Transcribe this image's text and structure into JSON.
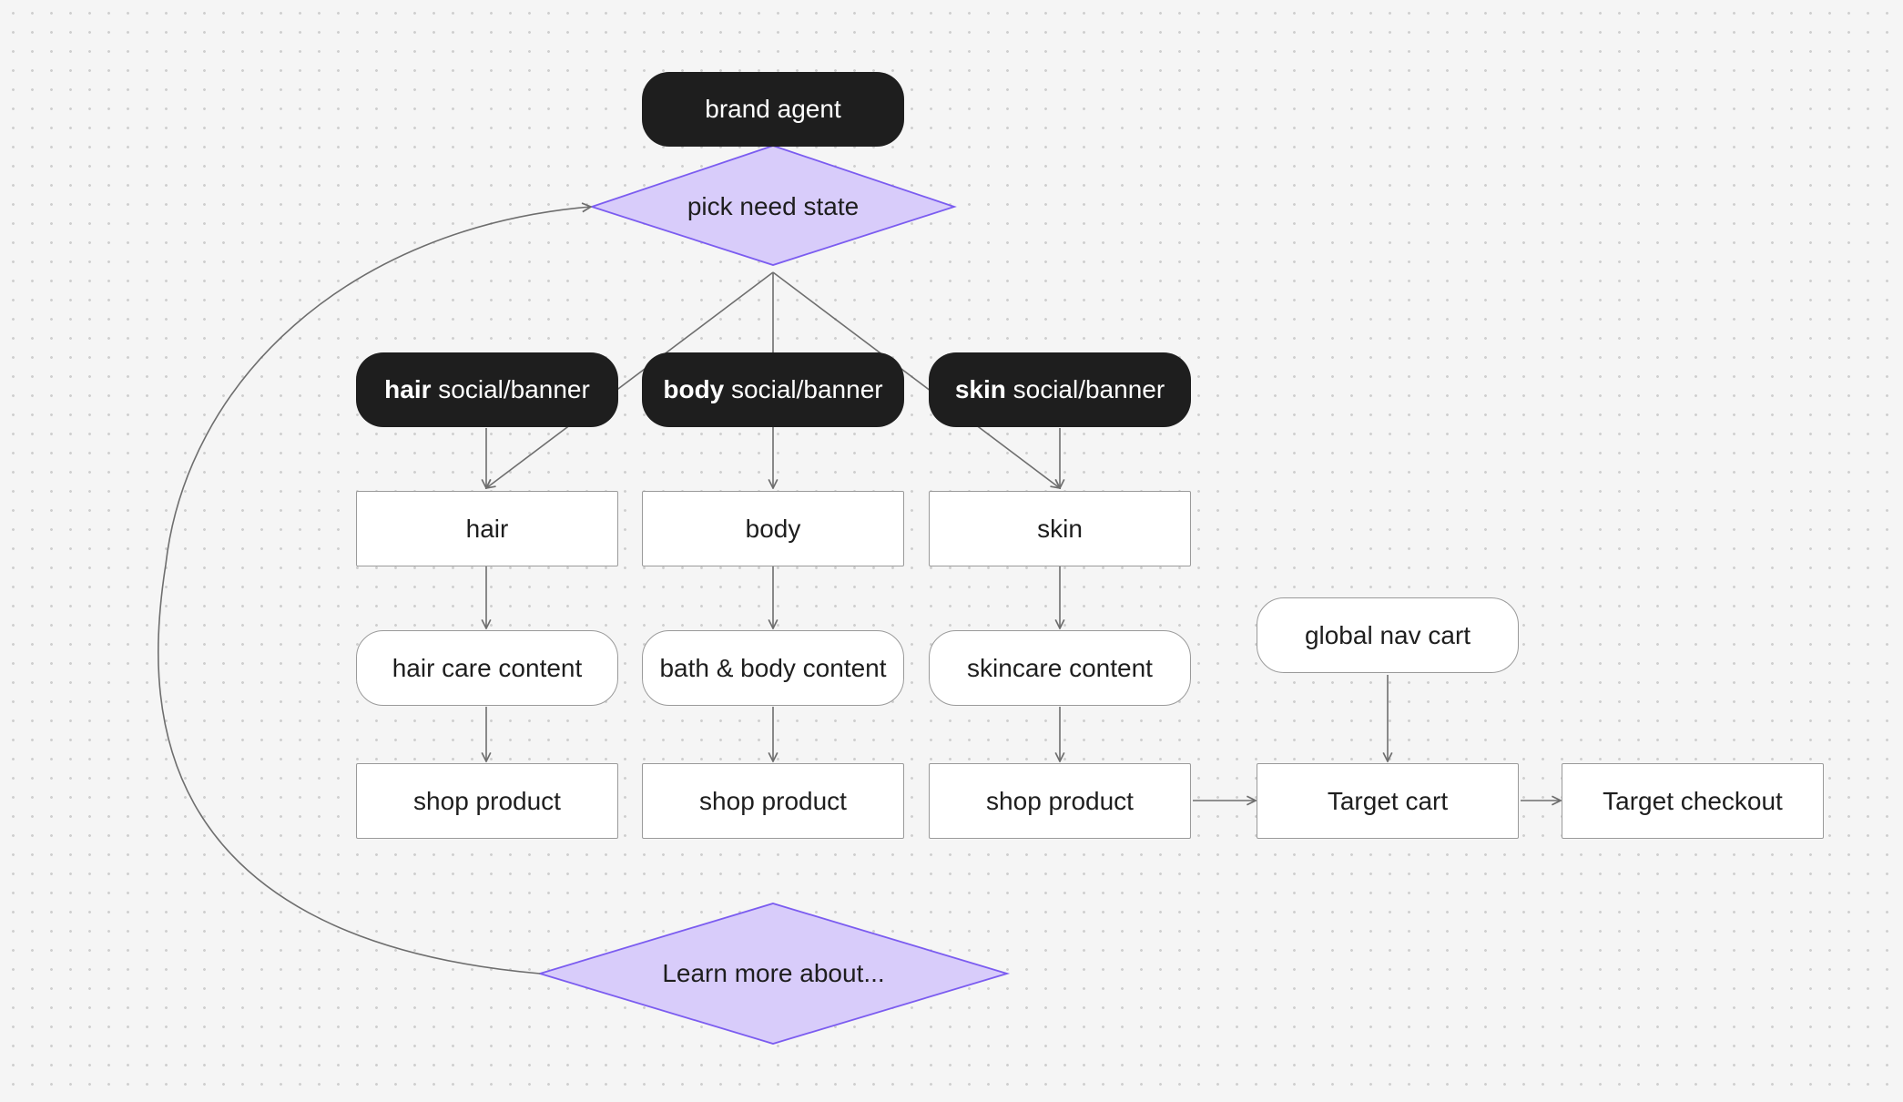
{
  "diagram": {
    "top": {
      "brand_agent": "brand agent",
      "pick_need_state": "pick need state"
    },
    "social": [
      {
        "bold": "hair",
        "rest": " social/banner"
      },
      {
        "bold": "body",
        "rest": " social/banner"
      },
      {
        "bold": "skin",
        "rest": " social/banner"
      }
    ],
    "categories": [
      "hair",
      "body",
      "skin"
    ],
    "content": [
      "hair care content",
      "bath & body content",
      "skincare content"
    ],
    "shop": [
      "shop product",
      "shop product",
      "shop product"
    ],
    "global_nav_cart": "global nav cart",
    "target_cart": "Target cart",
    "target_checkout": "Target checkout",
    "learn_more": "Learn more about...",
    "colors": {
      "dark_node": "#1e1e1e",
      "decision_fill": "#d8ccfa",
      "decision_stroke": "#7b5cf0",
      "connector": "#6e6e6e",
      "background": "#f5f5f5"
    }
  }
}
